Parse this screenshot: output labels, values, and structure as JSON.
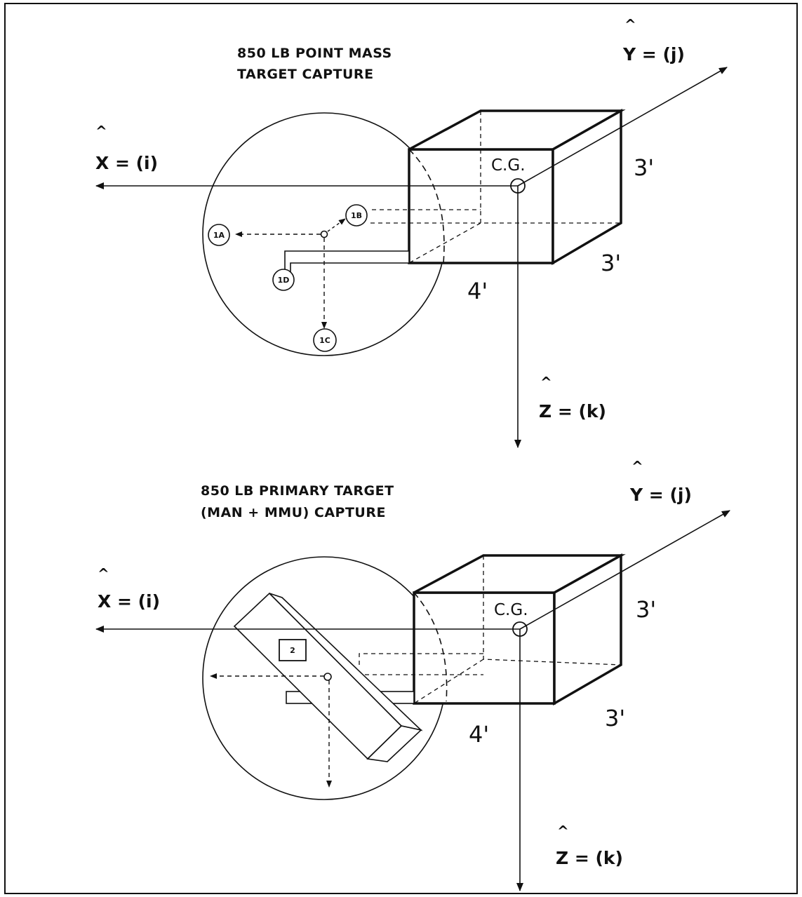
{
  "diagrams": [
    {
      "title_line1": "850 LB POINT MASS",
      "title_line2": "TARGET CAPTURE",
      "x_hat": "^",
      "x_axis": "X = (i)",
      "y_hat": "^",
      "y_axis": "Y = (j)",
      "z_hat": "^",
      "z_axis": "Z = (k)",
      "cg_label": "C.G.",
      "dim_height": "3'",
      "dim_depth": "3'",
      "dim_width": "4'",
      "points": [
        "1A",
        "1B",
        "1C",
        "1D"
      ]
    },
    {
      "title_line1": "850 LB PRIMARY TARGET",
      "title_line2": "(MAN + MMU) CAPTURE",
      "x_hat": "^",
      "x_axis": "X = (i)",
      "y_hat": "^",
      "y_axis": "Y = (j)",
      "z_hat": "^",
      "z_axis": "Z = (k)",
      "cg_label": "C.G.",
      "dim_height": "3'",
      "dim_depth": "3'",
      "dim_width": "4'",
      "target_label": "2"
    }
  ],
  "colors": {
    "ink": "#111111",
    "background": "#ffffff"
  }
}
